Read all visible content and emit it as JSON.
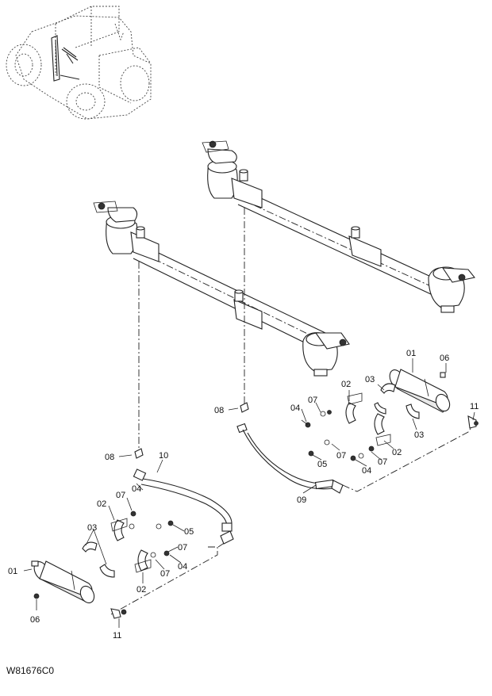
{
  "drawing_code": "W81676C0",
  "callouts": {
    "c01_right": "01",
    "c06_right": "06",
    "c02_right_top": "02",
    "c03_right_top": "03",
    "c07_right_top": "07",
    "c04_right_top": "04",
    "c08_right": "08",
    "c11_right": "11",
    "c03_right_mid": "03",
    "c07_right_mid": "07",
    "c02_right_mid": "02",
    "c05_right": "05",
    "c07_right_low": "07",
    "c04_right_low": "04",
    "c09": "09",
    "c08_left": "08",
    "c10": "10",
    "c04_left_top": "04",
    "c07_left_top": "07",
    "c02_left_top": "02",
    "c05_left": "05",
    "c03_left": "03",
    "c07_left_mid": "07",
    "c01_left": "01",
    "c07_left_low": "07",
    "c04_left_low": "04",
    "c02_left_low": "02",
    "c06_left": "06",
    "c11_left": "11"
  }
}
